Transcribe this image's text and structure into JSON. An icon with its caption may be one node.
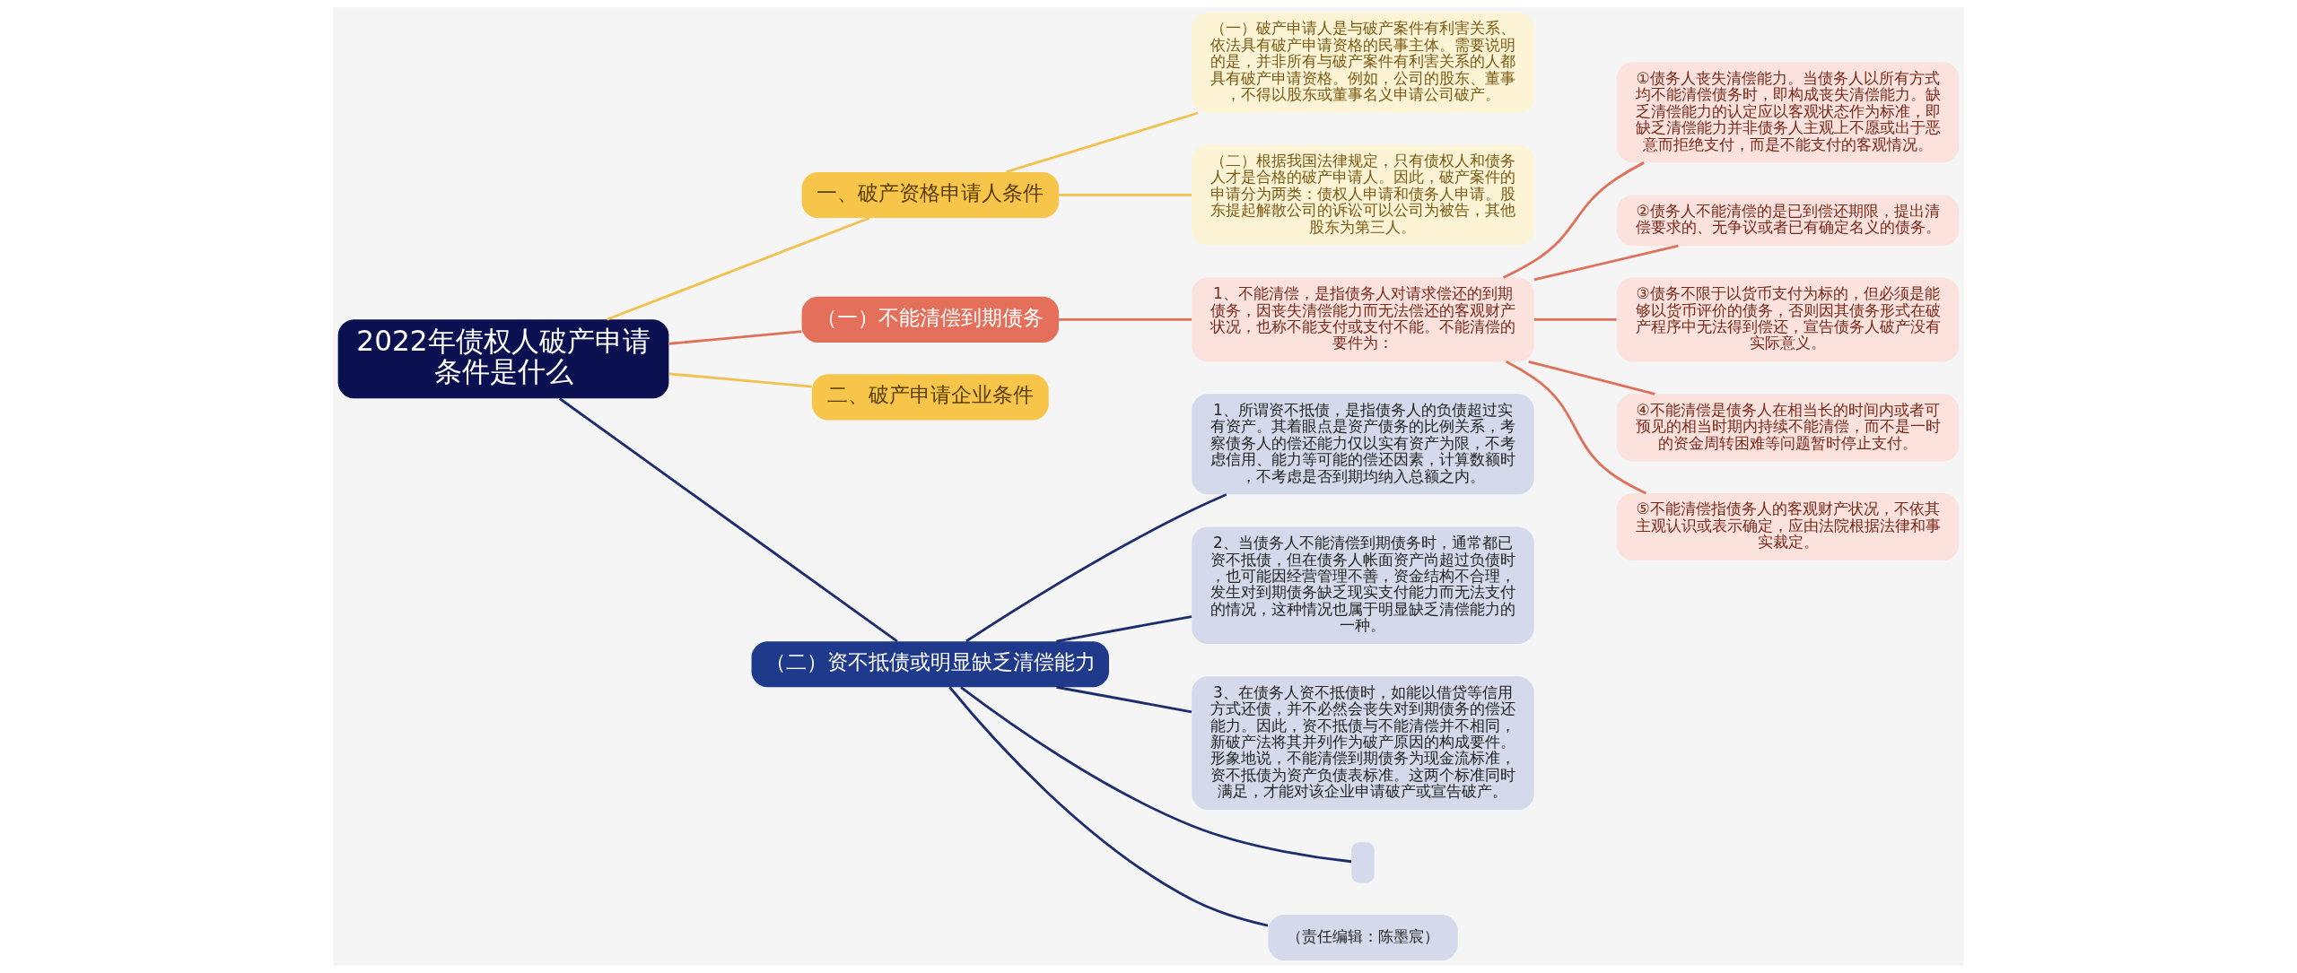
{
  "diagram": {
    "nodes": [
      {
        "text": [
          "2022年债权人破产申请条件是什么"
        ]
      },
      {
        "text": [
          "一、破产资格申请人条件"
        ]
      },
      {
        "text": [
          "（一）破产申请人是与破产案件有利害关系、依法具有破产申请资格的民事主体。需要说明的是，并非所有与破产案件有利害关系的人都具有破产申请资格。例如，公司的股东、董事，不得以股东或董事名义申请公司破产。"
        ]
      },
      {
        "text": [
          "（二）根据我国法律规定，只有债权人和债务人才是合格的破产申请人。因此，破产案件的申请分为两类：债权人申请和债务人申请。股东提起解散公司的诉讼可以公司为被告，其他股东为第三人。"
        ]
      },
      {
        "text": [
          "（一）不能清偿到期债务"
        ]
      },
      {
        "text": [
          "1、不能清偿，是指债务人对请求偿还的到期债务，因丧失清偿能力而无法偿还的客观财产状况，也称不能支付或支付不能。不能清偿的要件为："
        ]
      },
      {
        "text": [
          "①债务人丧失清偿能力。当债务人以所有方式均不能清偿债务时，即构成丧失清偿能力。缺乏清偿能力的认定应以客观状态作为标准，即缺乏清偿能力并非债务人主观上不愿或出于恶意而拒绝支付，而是不能支付的客观情况。"
        ]
      },
      {
        "text": [
          "②债务人不能清偿的是已到偿还期限，提出清偿要求的、无争议或者已有确定名义的债务。"
        ]
      },
      {
        "text": [
          "③债务不限于以货币支付为标的，但必须是能够以货币评价的债务，否则因其债务形式在破产程序中无法得到偿还，宣告债务人破产没有实际意义。"
        ]
      },
      {
        "text": [
          "④不能清偿是债务人在相当长的时间内或者可预见的相当时期内持续不能清偿，而不是一时的资金周转困难等问题暂时停止支付。"
        ]
      },
      {
        "text": [
          "⑤不能清偿指债务人的客观财产状况，不依其主观认识或表示确定，应由法院根据法律和事实裁定。"
        ]
      },
      {
        "text": [
          "二、破产申请企业条件"
        ]
      },
      {
        "text": [
          "（二）资不抵债或明显缺乏清偿能力"
        ]
      },
      {
        "text": [
          "1、所谓资不抵债，是指债务人的负债超过实有资产。其着眼点是资产债务的比例关系，考察债务人的偿还能力仅以实有资产为限，不考虑信用、能力等可能的偿还因素，计算数额时，不考虑是否到期均纳入总额之内。"
        ]
      },
      {
        "text": [
          "2、当债务人不能清偿到期债务时，通常都已资不抵债，但在债务人帐面资产尚超过负债时，也可能因经营管理不善，资金结构不合理，发生对到期债务缺乏现实支付能力而无法支付的情况，这种情况也属于明显缺乏清偿能力的一种。"
        ]
      },
      {
        "text": [
          "3、在债务人资不抵债时，如能以借贷等信用方式还债，并不必然会丧失对到期债务的偿还能力。因此，资不抵债与不能清偿并不相同，新破产法将其并列作为破产原因的构成要件。形象地说，不能清偿到期债务为现金流标准，资不抵债为资产负债表标准。这两个标准同时满足，才能对该企业申请破产或宣告破产。"
        ]
      },
      {
        "text": [],
        "shape": "box"
      },
      {
        "text": [
          "（责任编辑：陈墨宸）"
        ]
      }
    ],
    "edges": [
      {
        "from": 0,
        "to": 1,
        "arrow": "none",
        "color": "#f2c14e"
      },
      {
        "from": 1,
        "to": 2,
        "arrow": "none",
        "color": "#f2c14e"
      },
      {
        "from": 1,
        "to": 3,
        "arrow": "none",
        "color": "#f2c14e"
      },
      {
        "from": 0,
        "to": 4,
        "arrow": "none"
      },
      {
        "from": 4,
        "to": 5,
        "arrow": "none"
      },
      {
        "from": 5,
        "to": 6,
        "arrow": "none"
      },
      {
        "from": 5,
        "to": 7,
        "arrow": "none"
      },
      {
        "from": 5,
        "to": 8,
        "arrow": "none"
      },
      {
        "from": 5,
        "to": 9,
        "arrow": "none"
      },
      {
        "from": 5,
        "to": 10,
        "arrow": "none"
      },
      {
        "from": 0,
        "to": 11,
        "arrow": "none",
        "color": "#f2c14e"
      },
      {
        "from": 0,
        "to": 12,
        "arrow": "none",
        "color": "#1c2d6e"
      },
      {
        "from": 12,
        "to": 13,
        "arrow": "none",
        "color": "#1c2d6e"
      },
      {
        "from": 12,
        "to": 14,
        "arrow": "none",
        "color": "#1c2d6e"
      },
      {
        "from": 12,
        "to": 15,
        "arrow": "none",
        "color": "#1c2d6e"
      },
      {
        "from": 12,
        "to": 16,
        "arrow": "none",
        "color": "#1c2d6e"
      },
      {
        "from": 12,
        "to": 17,
        "arrow": "none",
        "color": "#1c2d6e"
      }
    ]
  }
}
